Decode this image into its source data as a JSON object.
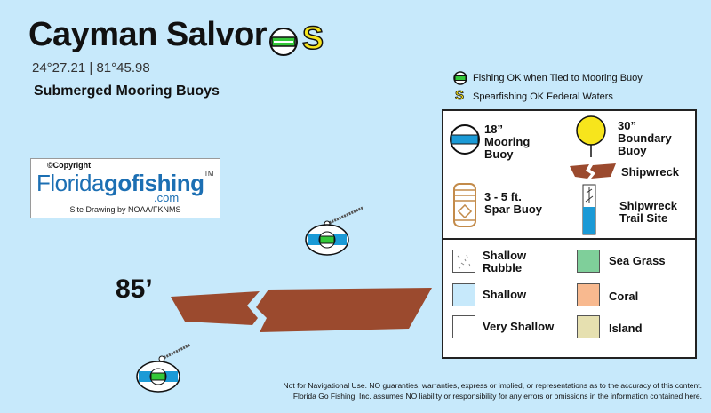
{
  "title": "Cayman Salvor",
  "coordinates": "24°27.21 | 81°45.98",
  "subtitle": "Submerged Mooring Buoys",
  "logo": {
    "copyright": "©Copyright",
    "brand_part1": "Florida",
    "brand_part2": "gofishing",
    "trademark": "TM",
    "dotcom": ".com",
    "credit": "Site Drawing by NOAA/FKNMS"
  },
  "icon_legend": [
    {
      "icon": "mooring-buoy-icon",
      "text": "Fishing OK when Tied to Mooring Buoy"
    },
    {
      "icon": "spearfishing-s-icon",
      "text": "Spearfishing OK Federal Waters"
    }
  ],
  "spearfishing_letter": "S",
  "symbol_legend": {
    "mooring_buoy": "18” Mooring Buoy",
    "mooring_buoy_lines": [
      "18”",
      "Mooring",
      "Buoy"
    ],
    "boundary_buoy_lines": [
      "30”",
      "Boundary",
      "Buoy"
    ],
    "shipwreck": "Shipwreck",
    "spar_buoy_lines": [
      "3 - 5 ft.",
      "Spar Buoy"
    ],
    "trail_site_lines": [
      "Shipwreck",
      "Trail Site"
    ]
  },
  "area_legend": [
    {
      "label_lines": [
        "Shallow",
        "Rubble"
      ],
      "color": "#ffffff",
      "pattern": "rubble"
    },
    {
      "label_lines": [
        "Sea Grass"
      ],
      "color": "#7fcf9a"
    },
    {
      "label_lines": [
        "Shallow"
      ],
      "color": "#c7e9fb"
    },
    {
      "label_lines": [
        "Coral"
      ],
      "color": "#f8b98f"
    },
    {
      "label_lines": [
        "Very Shallow"
      ],
      "color": "#ffffff"
    },
    {
      "label_lines": [
        "Island"
      ],
      "color": "#e6e0b0"
    }
  ],
  "depth_label": "85’",
  "disclaimer": [
    "Not for Navigational Use. NO guaranties, warranties, express or implied, or representations as to the accuracy of this content.",
    "Florida Go Fishing, Inc. assumes NO liability or responsibility for any errors or omissions in the information contained here."
  ],
  "colors": {
    "water": "#c7e9fb",
    "wreck": "#9b4a2e",
    "buoy_blue": "#1b9ad6",
    "buoy_green": "#34c838",
    "spear_yellow": "#f7e51c",
    "boundary_yellow": "#f7e51c"
  }
}
